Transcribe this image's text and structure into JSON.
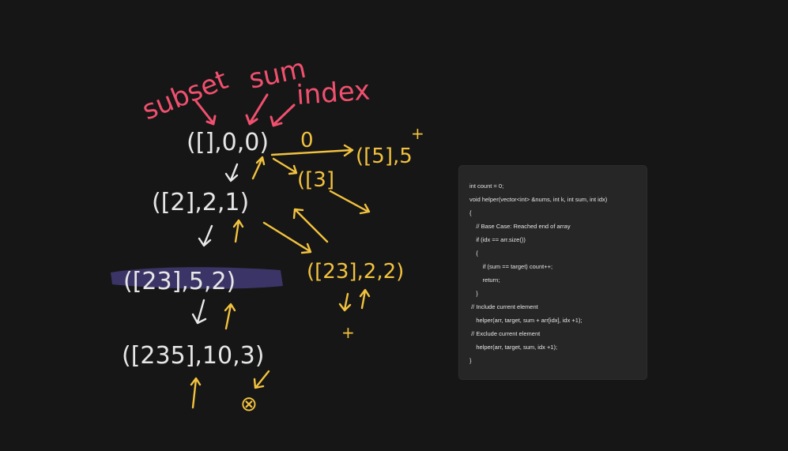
{
  "labels": {
    "subset": "subset",
    "sum": "sum",
    "index": "index"
  },
  "nodes": {
    "root": "([],0,0)",
    "root_sum": "0",
    "left1": "([2],2,1)",
    "right1": "([3]",
    "far_right": "([5],5",
    "plus": "+",
    "left2": "([23],5,2)",
    "right2": "([23],2,2)",
    "left3": "([235],10,3)",
    "cross": "+",
    "circle_x": "⊗"
  },
  "code": {
    "lines": [
      "int count = 0;",
      "void helper(vector<int> &nums, int k, int sum, int idx)",
      "{",
      "    // Base Case: Reached end of array",
      "    if (idx == arr.size())",
      "    {",
      "        if (sum == target) count++;",
      "        return;",
      "    }",
      " // Include current element",
      "    helper(arr, target, sum + arr[idx], idx +1);",
      " // Exclude current element",
      "    helper(arr, target, sum, idx +1);",
      "}"
    ]
  },
  "colors": {
    "background": "#161616",
    "label_pink": "#f0506e",
    "node_white": "#e8e8e8",
    "branch_yellow": "#f2c23f",
    "highlight_purple": "#3b3466",
    "code_card": "#262626"
  }
}
